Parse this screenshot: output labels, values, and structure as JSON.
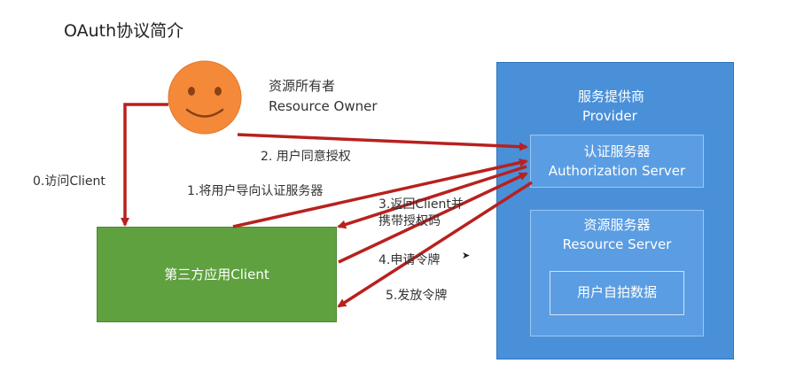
{
  "title": "OAuth协议简介",
  "resource_owner": {
    "label_cn": "资源所有者",
    "label_en": "Resource Owner",
    "face_color": "#f4893a"
  },
  "provider": {
    "title_cn": "服务提供商",
    "title_en": "Provider",
    "box_color": "#4a90d9",
    "auth_server": {
      "label_cn": "认证服务器",
      "label_en": "Authorization Server"
    },
    "resource_server": {
      "label_cn": "资源服务器",
      "label_en": "Resource Server",
      "data_label": "用户自拍数据"
    }
  },
  "client": {
    "label": "第三方应用Client",
    "box_color": "#5fa13f"
  },
  "steps": {
    "s0": "0.访问Client",
    "s1": "1.将用户导向认证服务器",
    "s2": "2. 用户同意授权",
    "s3_line1": "3.返回Client并",
    "s3_line2": "携带授权码",
    "s4": "4.申请令牌",
    "s5": "5.发放令牌"
  },
  "arrow_color": "#b8211e"
}
